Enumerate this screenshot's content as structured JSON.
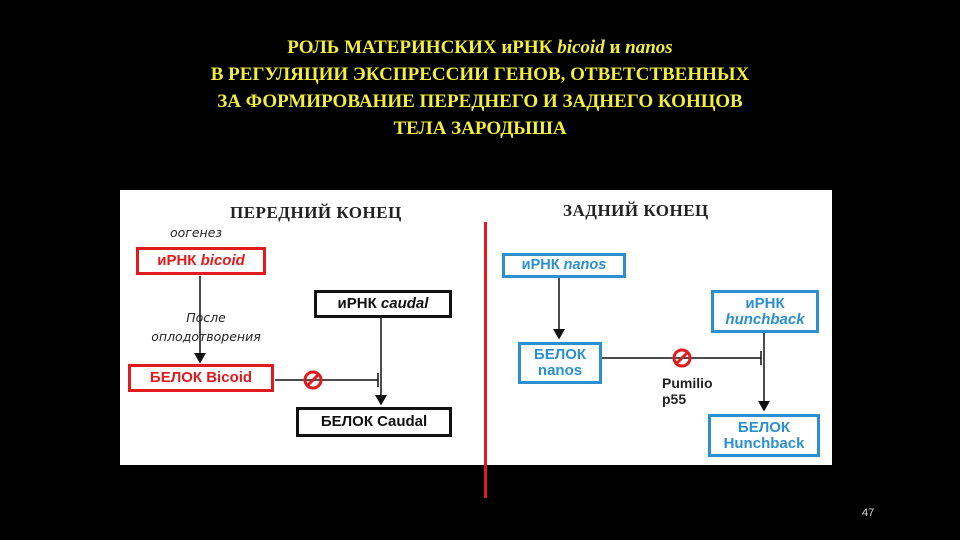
{
  "slide": {
    "title_line1_prefix": "РОЛЬ МАТЕРИНСКИХ иРНК ",
    "title_line1_bicoid": "bicoid",
    "title_line1_and": " и ",
    "title_line1_nanos": "nanos",
    "title_line2": "В  РЕГУЛЯЦИИ  ЭКСПРЕССИИ  ГЕНОВ, ОТВЕТСТВЕННЫХ",
    "title_line3": "ЗА ФОРМИРОВАНИЕ  ПЕРЕДНЕГО И ЗАДНЕГО КОНЦОВ",
    "title_line4": "ТЕЛА ЗАРОДЫША",
    "page_number": "47"
  },
  "anterior": {
    "header": "ПЕРЕДНИЙ КОНЕЦ",
    "oogenesis_label": "оогенез",
    "after_fertilization_line1": "После",
    "after_fertilization_line2": "оплодотворения",
    "mrna_bicoid_prefix": "иРНК ",
    "mrna_bicoid_name": "bicoid",
    "protein_bicoid": "БЕЛОК Bicoid",
    "mrna_caudal_prefix": "иРНК ",
    "mrna_caudal_name": "caudal",
    "protein_caudal": "БЕЛОК Caudal"
  },
  "posterior": {
    "header": "ЗАДНИЙ КОНЕЦ",
    "mrna_nanos_prefix": "иРНК ",
    "mrna_nanos_name": "nanos",
    "protein_nanos_line1": "БЕЛОК",
    "protein_nanos_line2": "nanos",
    "pumilio_line1": "Pumilio",
    "pumilio_line2": "p55",
    "mrna_hunchback_line1": "иРНК",
    "mrna_hunchback_line2": "hunchback",
    "protein_hunchback_line1": "БЕЛОК",
    "protein_hunchback_line2": "Hunchback"
  },
  "colors": {
    "title": "#f2ee3c",
    "anterior_accent": "#e11b1b",
    "posterior_accent": "#2b8fd0",
    "inhibition_symbol": "#e11b1b"
  }
}
